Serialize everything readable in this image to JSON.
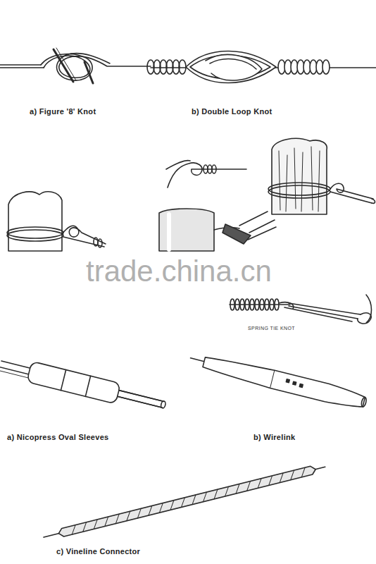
{
  "diagram": {
    "labels": [
      "a) Figure '8' Knot",
      "b) Double Loop Knot",
      "trade.china.cn",
      "SPRING TIE KNOT",
      "a) Nicopress Oval Sleeves",
      "b) Wirelink",
      "c) Vineline Connector"
    ]
  }
}
